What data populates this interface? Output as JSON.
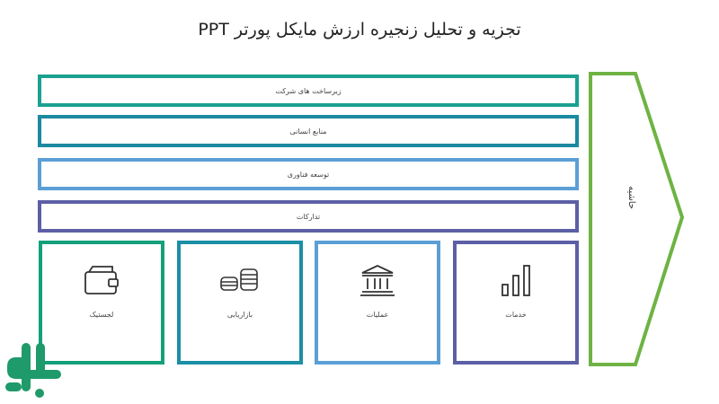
{
  "title": "تجزیه و تحلیل زنجیره ارزش مایکل پورتر PPT",
  "support_activities": [
    {
      "label": "زیرساخت های شرکت",
      "color": "#1aa18f"
    },
    {
      "label": "منابع انسانی",
      "color": "#1a8aa0"
    },
    {
      "label": "توسعه فناوری",
      "color": "#5b9fd6"
    },
    {
      "label": "تدارکات",
      "color": "#5d5fa6"
    }
  ],
  "primary_activities": [
    {
      "label": "لجستیک",
      "icon": "wallet-icon",
      "color": "#14a07a"
    },
    {
      "label": "بازاریابی",
      "icon": "coins-icon",
      "color": "#1a8fa5"
    },
    {
      "label": "عملیات",
      "icon": "bank-icon",
      "color": "#5b9fd6"
    },
    {
      "label": "خدمات",
      "icon": "bar-chart-icon",
      "color": "#5d5fa6"
    }
  ],
  "margin": {
    "label": "حاشیه",
    "color": "#6eb343"
  },
  "logo": {
    "color": "#1f9a6a",
    "icon": "brand-logo-icon"
  }
}
